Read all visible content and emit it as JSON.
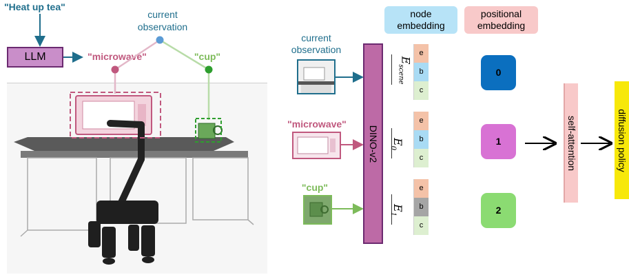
{
  "left_panel": {
    "instruction": "\"Heat up tea\"",
    "llm_label": "LLM",
    "current_observation": "current\nobservation",
    "microwave_label": "\"microwave\"",
    "cup_label": "\"cup\""
  },
  "right_panel": {
    "current_observation": "current\nobservation",
    "microwave_label": "\"microwave\"",
    "cup_label": "\"cup\"",
    "encoder_label": "DINO-v2",
    "node_embedding_header": "node\nembedding",
    "positional_embedding_header": "positional\nembedding",
    "embeddings": [
      {
        "symbol": "E",
        "subscript": "scene",
        "cells": [
          "e",
          "b",
          "c"
        ],
        "position": "0"
      },
      {
        "symbol": "E",
        "subscript": "0",
        "cells": [
          "e",
          "b",
          "c"
        ],
        "position": "1"
      },
      {
        "symbol": "E",
        "subscript": "1",
        "cells": [
          "e",
          "b",
          "c"
        ],
        "position": "2"
      }
    ],
    "self_attention_label": "self-attention",
    "diffusion_policy_label": "diffusion policy"
  },
  "colors": {
    "teal": "#1f6e8c",
    "pink": "#c0587e",
    "green": "#7dbb5a",
    "dino_fill": "#bd6aa6",
    "pos_0": "#0b6fbf",
    "pos_1": "#d872d4",
    "pos_2": "#8bdb72",
    "self_attention": "#f8c9c9",
    "diffusion_policy": "#f7e80a"
  }
}
